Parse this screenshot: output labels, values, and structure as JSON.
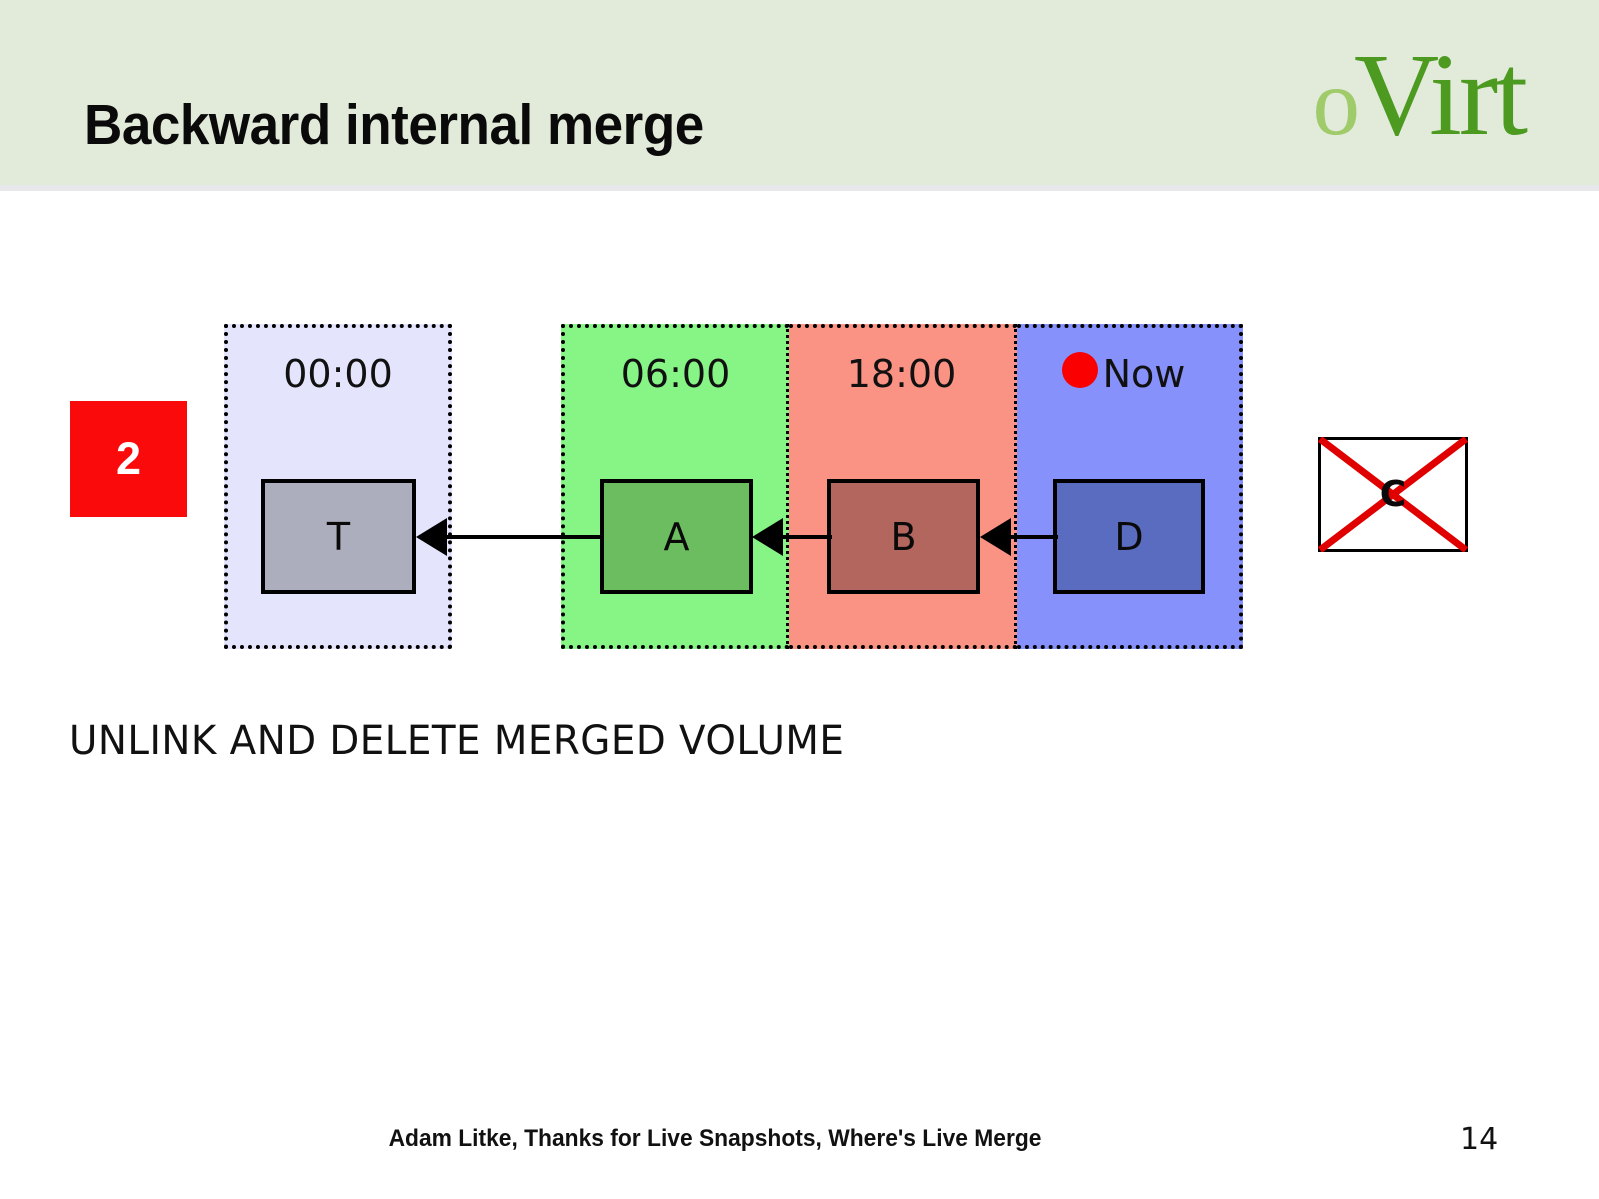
{
  "slide": {
    "title": "Backward internal merge",
    "page_number": "14",
    "footer_credit": "Adam Litke, Thanks for Live Snapshots, Where's Live Merge",
    "caption": "UNLINK AND DELETE MERGED VOLUME",
    "step_badge": "2"
  },
  "logo": {
    "o": "o",
    "virt": "Virt",
    "color_o": "#9FCB6B",
    "color_virt": "#4C9A20"
  },
  "colors": {
    "header_band": "#E2EBDA",
    "header_underline": "#E8E8EC",
    "badge": "#FA0A0A",
    "now_dot": "#FA0000",
    "delete_cross": "#E00000"
  },
  "diagram": {
    "lanes": [
      {
        "label": "00:00",
        "background": "#E4E4FC"
      },
      {
        "label": "06:00",
        "background": "#86F586"
      },
      {
        "label": "18:00",
        "background": "#FA9384"
      },
      {
        "label": "Now",
        "background": "#8691FB",
        "has_now_dot": true
      }
    ],
    "volumes": [
      {
        "label": "T",
        "lane": "00:00",
        "fill": "#ACADBD"
      },
      {
        "label": "A",
        "lane": "06:00",
        "fill": "#6CBC60"
      },
      {
        "label": "B",
        "lane": "18:00",
        "fill": "#B2665E"
      },
      {
        "label": "D",
        "lane": "Now",
        "fill": "#5A6CC0"
      }
    ],
    "arrows": [
      {
        "from": "A",
        "to": "T",
        "direction": "left"
      },
      {
        "from": "B",
        "to": "A",
        "direction": "left"
      },
      {
        "from": "D",
        "to": "B",
        "direction": "left"
      }
    ],
    "deleted_volume": {
      "label": "C",
      "fill": "#FFFFFF",
      "marked_deleted": true
    }
  }
}
